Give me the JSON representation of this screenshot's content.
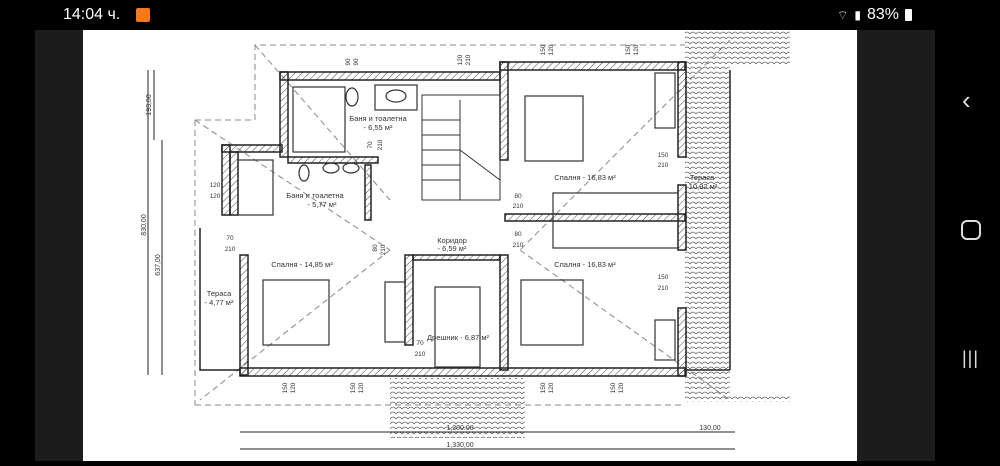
{
  "status_bar": {
    "time": "14:04 ч.",
    "battery": "83%",
    "icons": [
      "notification-app-icon",
      "wifi-icon",
      "signal-icon",
      "battery-icon"
    ]
  },
  "nav_bar": {
    "icons": [
      "back-icon",
      "home-icon",
      "recent-apps-icon"
    ]
  },
  "plan": {
    "rooms": [
      {
        "name": "Баня и тоалетна",
        "area": "- 6,55 м²"
      },
      {
        "name": "Баня и тоалетна",
        "area": "- 5,77 м²"
      },
      {
        "name": "Коридор",
        "area": "- 6,59 м²"
      },
      {
        "name": "Спалня - 16,83 м²"
      },
      {
        "name": "Тераса",
        "area": "10,92 м²"
      },
      {
        "name": "Спалня - 14,85 м²"
      },
      {
        "name": "Спалня - 16,83 м²"
      },
      {
        "name": "Тераса",
        "area": "- 4,77 м²"
      },
      {
        "name": "Дрешник - 6,87 м²"
      }
    ],
    "dimensions": {
      "d193": "193,00",
      "d830": "830,00",
      "d637": "637,00",
      "d1200": "1,200.00",
      "d130": "130,00",
      "d1330": "1,330,00"
    },
    "openings": [
      "90",
      "90",
      "120",
      "210",
      "150",
      "120",
      "150",
      "120",
      "120",
      "120",
      "70",
      "210",
      "70",
      "210",
      "80",
      "210",
      "80",
      "210",
      "150",
      "210",
      "150",
      "210",
      "70",
      "210",
      "80",
      "210",
      "150",
      "120",
      "150",
      "120",
      "150",
      "120",
      "150",
      "120"
    ]
  }
}
